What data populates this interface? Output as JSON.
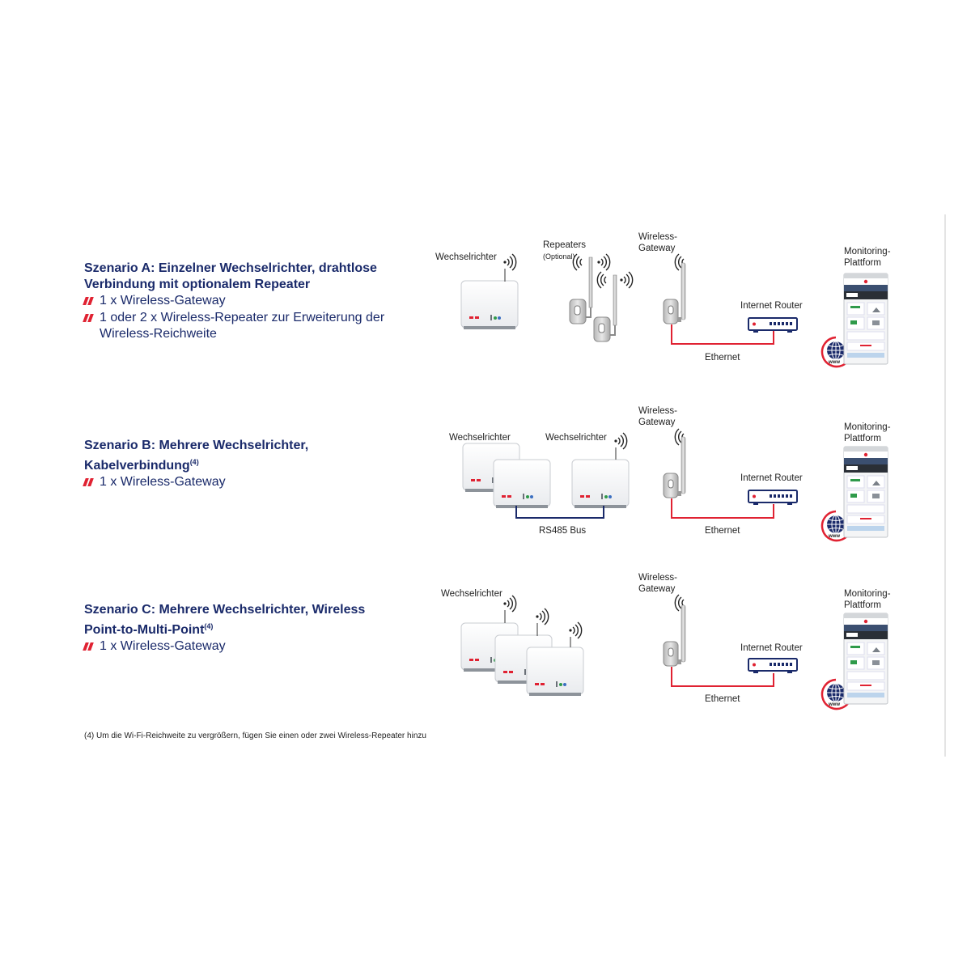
{
  "scenarios": [
    {
      "title": "Szenario A: Einzelner Wechselrichter, drahtlose Verbindung mit optionalem Repeater",
      "title_line1": "Szenario A: Einzelner Wechselrichter, drahtlose",
      "title_line2": "Verbindung mit optionalem Repeater",
      "items": [
        "1 x Wireless-Gateway",
        "1 oder 2 x Wireless-Repeater zur Erweiterung der",
        "Wireless-Reichweite"
      ]
    },
    {
      "title_line1": "Szenario B: Mehrere Wechselrichter,",
      "title_line2": "Kabelverbindung",
      "sup": "(4)",
      "items": [
        "1 x Wireless-Gateway"
      ]
    },
    {
      "title_line1": "Szenario C: Mehrere Wechselrichter, Wireless",
      "title_line2": "Point-to-Multi-Point",
      "sup": "(4)",
      "items": [
        "1 x Wireless-Gateway"
      ]
    }
  ],
  "labels": {
    "inverter": "Wechselrichter",
    "repeaters": "Repeaters",
    "optional": "(Optional)",
    "gateway_1": "Wireless-",
    "gateway_2": "Gateway",
    "router": "Internet Router",
    "ethernet": "Ethernet",
    "monitoring_1": "Monitoring-",
    "monitoring_2": "Plattform",
    "bus": "RS485 Bus",
    "www": "www"
  },
  "footnote": "(4) Um die Wi-Fi-Reichweite zu vergrößern, fügen Sie einen oder zwei Wireless-Repeater hinzu",
  "colors": {
    "heading": "#1a2a6a",
    "accent_red": "#e02232",
    "bus_navy": "#1a2a6a"
  }
}
